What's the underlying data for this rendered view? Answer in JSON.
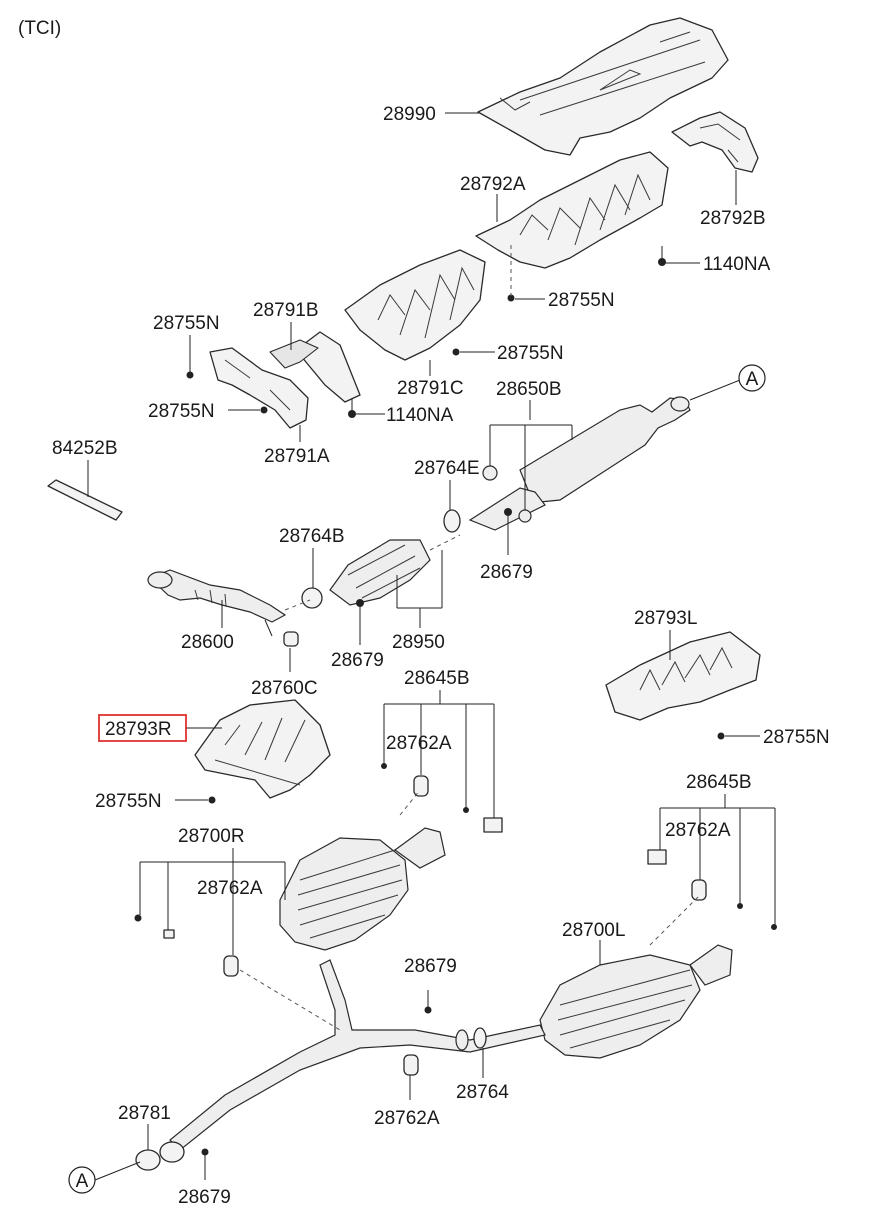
{
  "header": {
    "variant": "(TCI)"
  },
  "callouts": [
    {
      "id": "p28990",
      "label": "28990"
    },
    {
      "id": "p28792A",
      "label": "28792A"
    },
    {
      "id": "p28792B",
      "label": "28792B"
    },
    {
      "id": "p1140NA_top",
      "label": "1140NA"
    },
    {
      "id": "p28755N_a",
      "label": "28755N"
    },
    {
      "id": "p28755N_b",
      "label": "28755N"
    },
    {
      "id": "p28791B",
      "label": "28791B"
    },
    {
      "id": "p28755N_c",
      "label": "28755N"
    },
    {
      "id": "p28791C",
      "label": "28791C"
    },
    {
      "id": "p28755N_d",
      "label": "28755N"
    },
    {
      "id": "p1140NA_mid",
      "label": "1140NA"
    },
    {
      "id": "p28791A",
      "label": "28791A"
    },
    {
      "id": "p28650B",
      "label": "28650B"
    },
    {
      "id": "p84252B",
      "label": "84252B"
    },
    {
      "id": "p28764E",
      "label": "28764E"
    },
    {
      "id": "p28764B",
      "label": "28764B"
    },
    {
      "id": "p28679_a",
      "label": "28679"
    },
    {
      "id": "p28600",
      "label": "28600"
    },
    {
      "id": "p28950",
      "label": "28950"
    },
    {
      "id": "p28679_b",
      "label": "28679"
    },
    {
      "id": "p28760C",
      "label": "28760C"
    },
    {
      "id": "p28793L",
      "label": "28793L"
    },
    {
      "id": "p28645B_a",
      "label": "28645B"
    },
    {
      "id": "p28793R",
      "label": "28793R"
    },
    {
      "id": "p28762A_a",
      "label": "28762A"
    },
    {
      "id": "p28755N_e",
      "label": "28755N"
    },
    {
      "id": "p28755N_f",
      "label": "28755N"
    },
    {
      "id": "p28645B_b",
      "label": "28645B"
    },
    {
      "id": "p28700R",
      "label": "28700R"
    },
    {
      "id": "p28762A_b",
      "label": "28762A"
    },
    {
      "id": "p28762A_c",
      "label": "28762A"
    },
    {
      "id": "p28700L",
      "label": "28700L"
    },
    {
      "id": "p28679_c",
      "label": "28679"
    },
    {
      "id": "p28764",
      "label": "28764"
    },
    {
      "id": "p28781",
      "label": "28781"
    },
    {
      "id": "p28762A_d",
      "label": "28762A"
    },
    {
      "id": "p28679_d",
      "label": "28679"
    }
  ],
  "connectors": {
    "top": "A",
    "bottom": "A"
  },
  "highlight": {
    "part": "28793R",
    "color": "#e0312f"
  }
}
